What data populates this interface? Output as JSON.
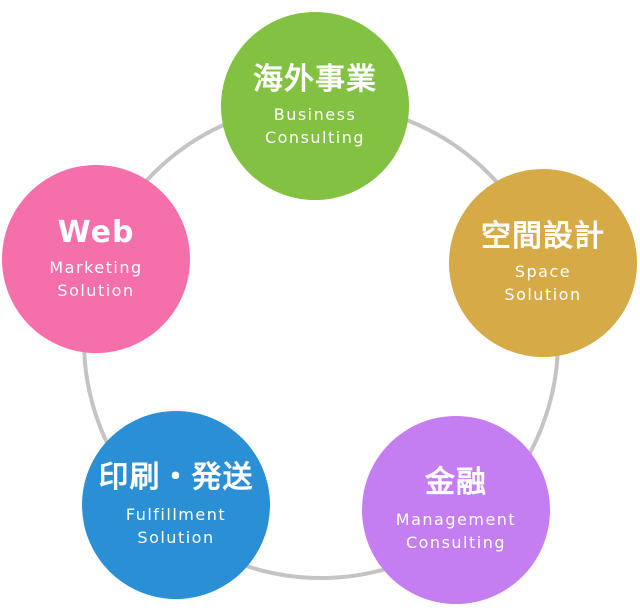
{
  "ring_color": "#c4c4c4",
  "nodes": [
    {
      "id": "business",
      "title": "海外事業",
      "sub1": "Business",
      "sub2": "Consulting",
      "color": "#82c142"
    },
    {
      "id": "space",
      "title": "空間設計",
      "sub1": "Space",
      "sub2": "Solution",
      "color": "#d7aa48"
    },
    {
      "id": "finance",
      "title": "金融",
      "sub1": "Management",
      "sub2": "Consulting",
      "color": "#c47ef2"
    },
    {
      "id": "print",
      "title": "印刷・発送",
      "sub1": "Fulfillment",
      "sub2": "Solution",
      "color": "#2b8fd6"
    },
    {
      "id": "web",
      "title": "Web",
      "sub1": "Marketing",
      "sub2": "Solution",
      "color": "#f56fab"
    }
  ]
}
